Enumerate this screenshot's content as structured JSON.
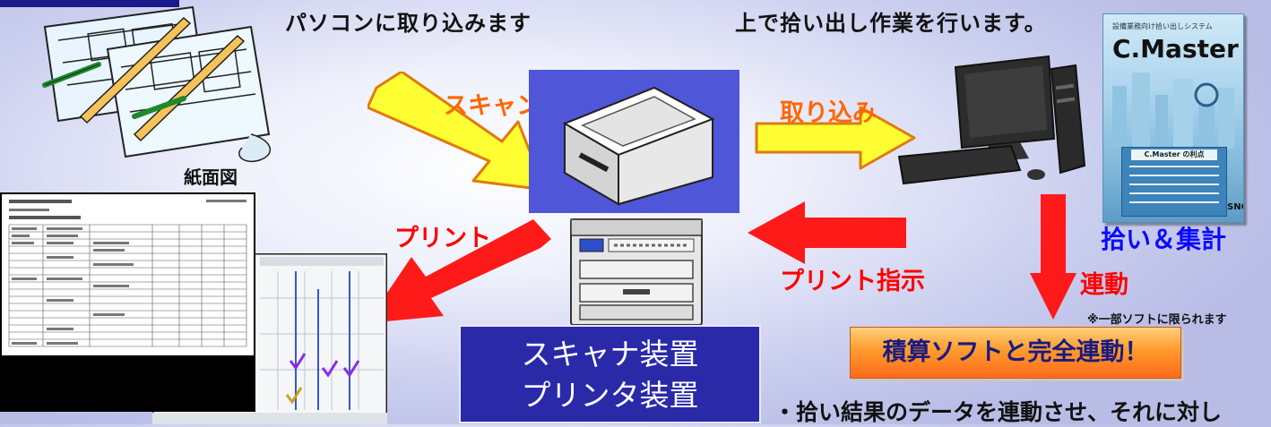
{
  "captions": {
    "capture": "パソコンに取り込みます",
    "pickup": "上で拾い出し作業を行います。"
  },
  "labels": {
    "paper_drawing": "紙面図",
    "scan": "スキャン",
    "import": "取り込み",
    "print": "プリント",
    "print_instruction": "プリント指示",
    "pickup_total": "拾い＆集計",
    "link": "連動",
    "note": "※一部ソフトに限られます",
    "device_line1": "スキャナ装置",
    "device_line2": "プリンタ装置",
    "banner": "積算ソフトと完全連動！",
    "bottom_text": "・拾い結果のデータを連動させ、それに対し"
  },
  "manual": {
    "subtitle": "設備業務向け拾い出しシステム",
    "logo": "C.Master",
    "logo_small": "C.Master の利点",
    "brand": "SNC"
  },
  "colors": {
    "arrow_yellow": "#ffff33",
    "arrow_red": "#ff1a1a",
    "device_box": "#2a2aa8",
    "banner_orange": "#ff8c2a",
    "label_blue": "#0a0aff",
    "label_red": "#ff0000",
    "label_orange": "#ff6600"
  }
}
